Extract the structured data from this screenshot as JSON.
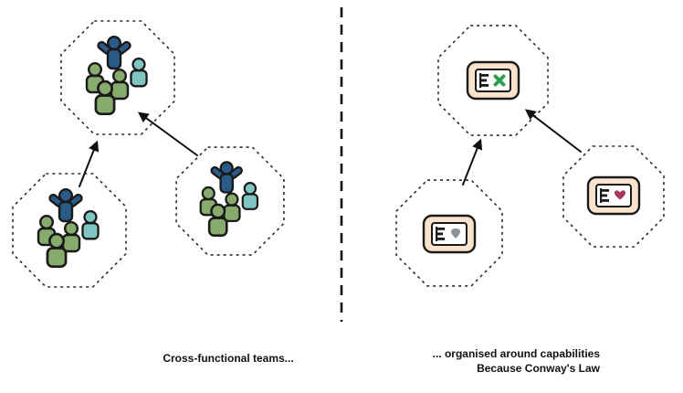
{
  "captions": {
    "left": "Cross-functional teams...",
    "right_line1": "... organised around capabilities",
    "right_line2": "Because Conway's Law"
  },
  "colors": {
    "outline": "#1a1a1a",
    "person_blue": "#2a5b88",
    "person_green": "#86ab6d",
    "person_teal": "#7fc6c2",
    "card_fill": "#fae3cd",
    "card_inner": "#ffffff",
    "glyph_cross": "#2f9e4f",
    "glyph_heart": "#a8355c",
    "glyph_pick": "#8d9499"
  },
  "icons": {
    "team_members": [
      "leader-person-icon",
      "person-icon",
      "person-icon",
      "person-icon",
      "person-icon"
    ],
    "capability_top": "cross-icon",
    "capability_bottom_left": "pick-icon",
    "capability_bottom_right": "heart-icon"
  }
}
